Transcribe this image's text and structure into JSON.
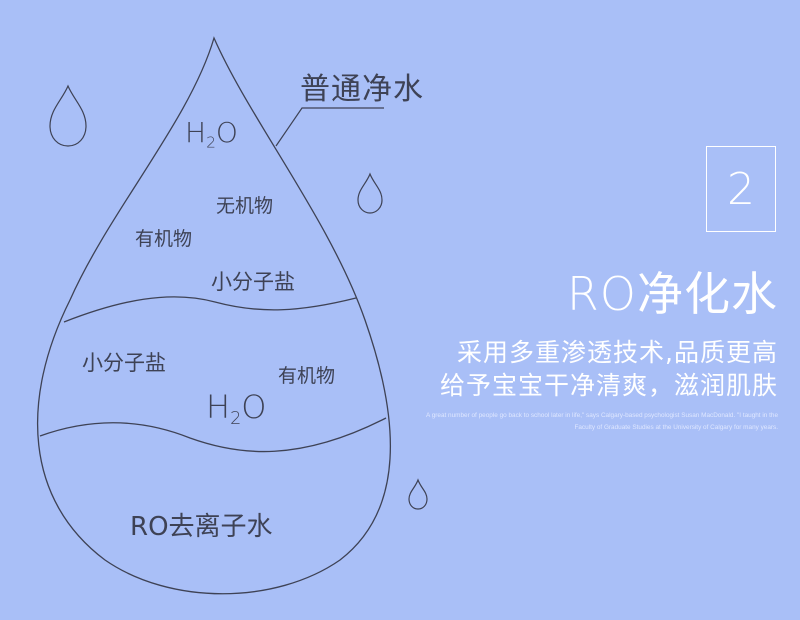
{
  "callout": "普通净水",
  "h2o": {
    "base": "H",
    "sub": "2",
    "tail": "O"
  },
  "layers": {
    "top": [
      "无机物",
      "有机物",
      "小分子盐"
    ],
    "middle": [
      "小分子盐",
      "有机物"
    ],
    "bottom": "RO去离子水"
  },
  "number": "2",
  "heading": "RO净化水",
  "subtitle_line1": "采用多重渗透技术,品质更高",
  "subtitle_line2": "给予宝宝干净清爽，滋润肌肤",
  "body_text": "A great number of people go back to school later in life,\" says Calgary-based psychologist Susan MacDonald. \"I taught in the Faculty of Graduate Studies at the University of Calgary for many years.",
  "colors": {
    "background": "#a9bff7",
    "line": "#3e4255",
    "text_light": "#ffffff"
  },
  "icons": [
    "water-drop-icon",
    "water-drop-icon",
    "water-drop-icon"
  ]
}
